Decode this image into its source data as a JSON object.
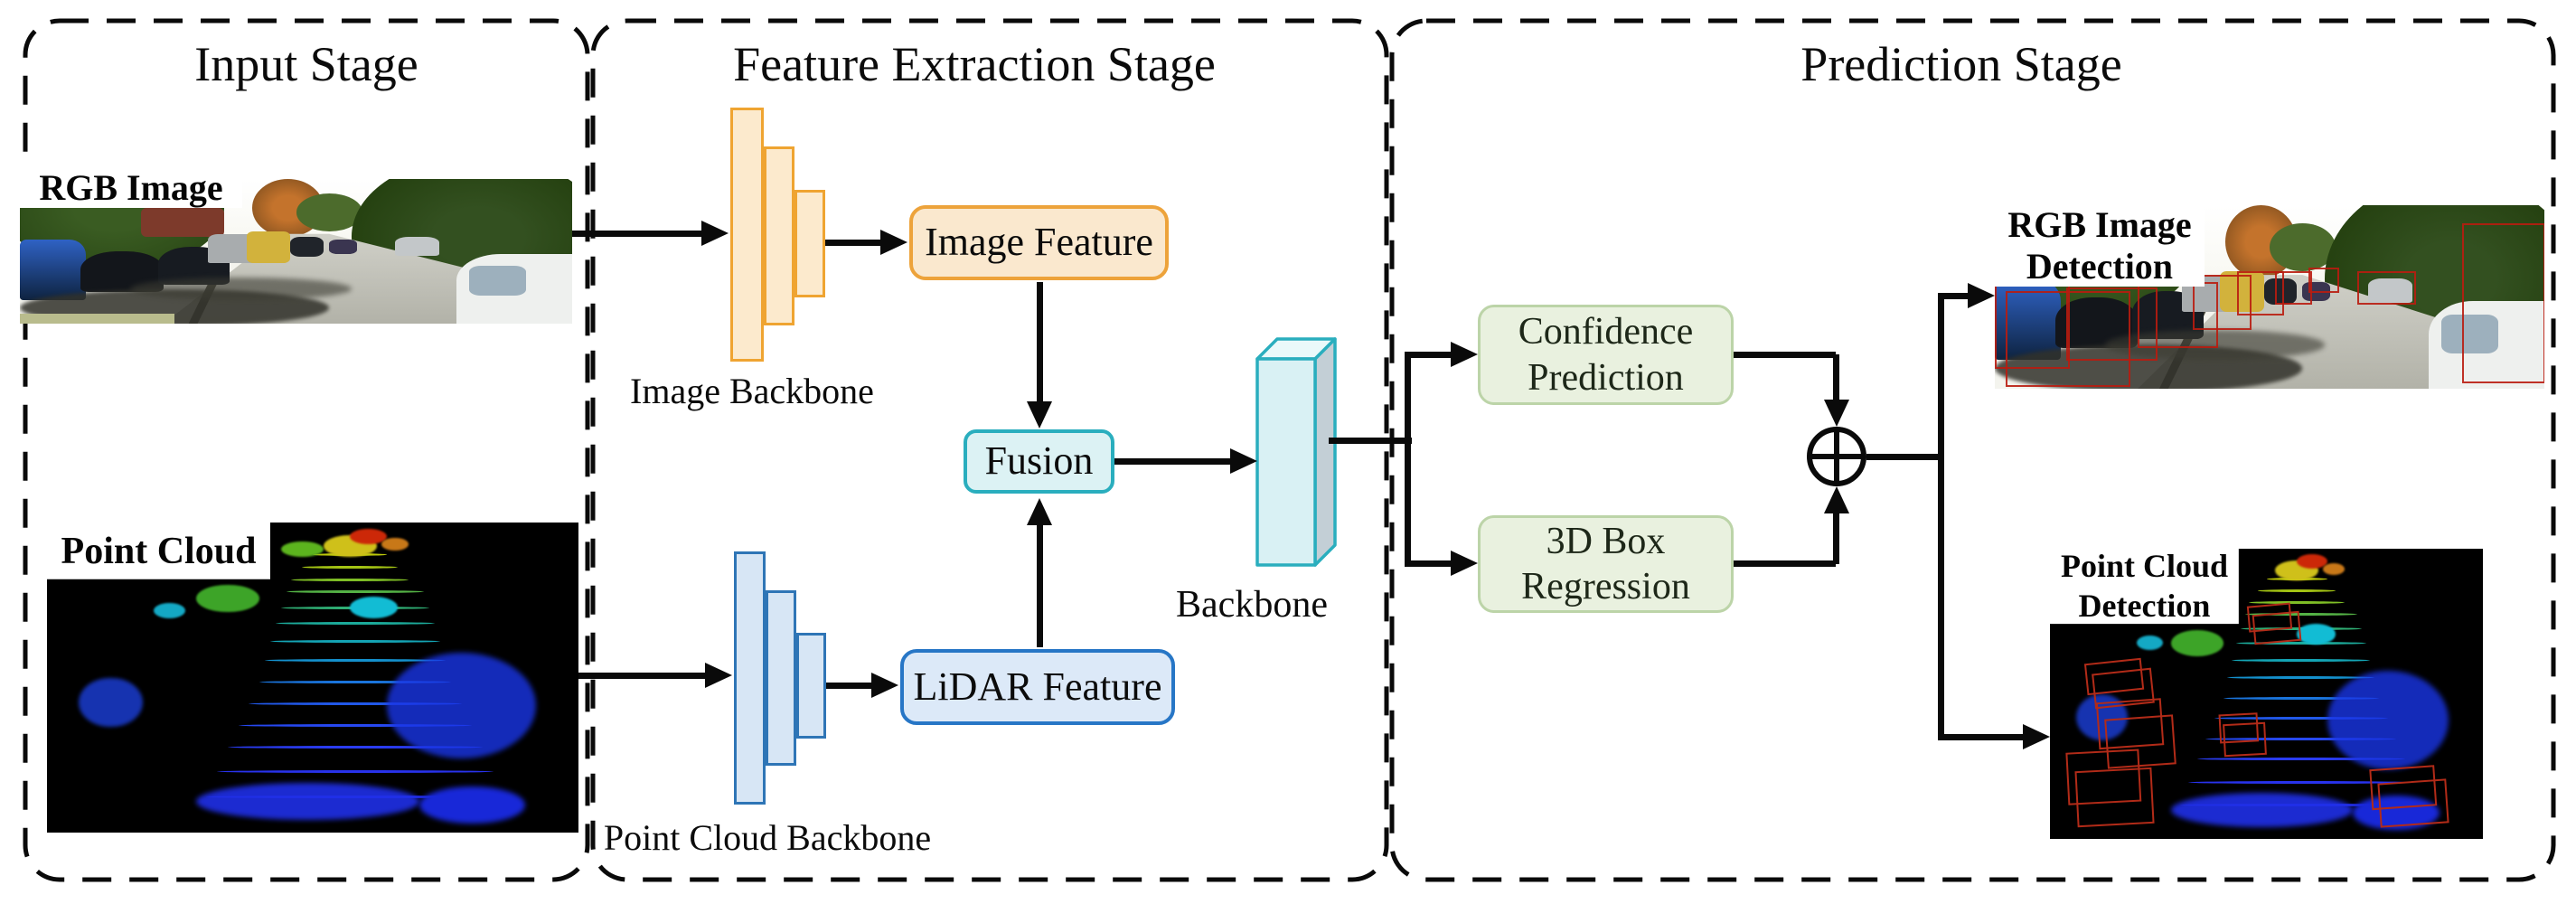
{
  "stages": {
    "input": {
      "title": "Input Stage"
    },
    "feature_extraction": {
      "title": "Feature Extraction Stage"
    },
    "prediction": {
      "title": "Prediction Stage"
    }
  },
  "input_stage": {
    "rgb_image_label": "RGB Image",
    "point_cloud_label": "Point Cloud"
  },
  "feature_extraction_stage": {
    "image_backbone_label": "Image Backbone",
    "image_feature_box": "Image Feature",
    "point_cloud_backbone_label": "Point Cloud Backbone",
    "lidar_feature_box": "LiDAR Feature",
    "fusion_box": "Fusion",
    "backbone_label": "Backbone"
  },
  "prediction_stage": {
    "confidence_prediction_box": "Confidence\nPrediction",
    "box_regression_box": "3D Box\nRegression",
    "sum_node": "element-wise addition",
    "rgb_detection_label": "RGB Image\nDetection",
    "point_cloud_detection_label": "Point Cloud\nDetection"
  },
  "colors": {
    "image_branch_accent": "#EDA33B",
    "image_branch_fill": "#FAE8CE",
    "lidar_branch_accent": "#2E75B6",
    "lidar_branch_fill": "#DCE9F8",
    "fusion_accent": "#2AAEBE",
    "fusion_fill": "#DCF2F4",
    "prediction_box_fill": "#E9F1DF",
    "prediction_box_border": "#BCD4A8",
    "arrow_color": "#0A0A0A",
    "detection_wireframe": "#B22B18"
  }
}
